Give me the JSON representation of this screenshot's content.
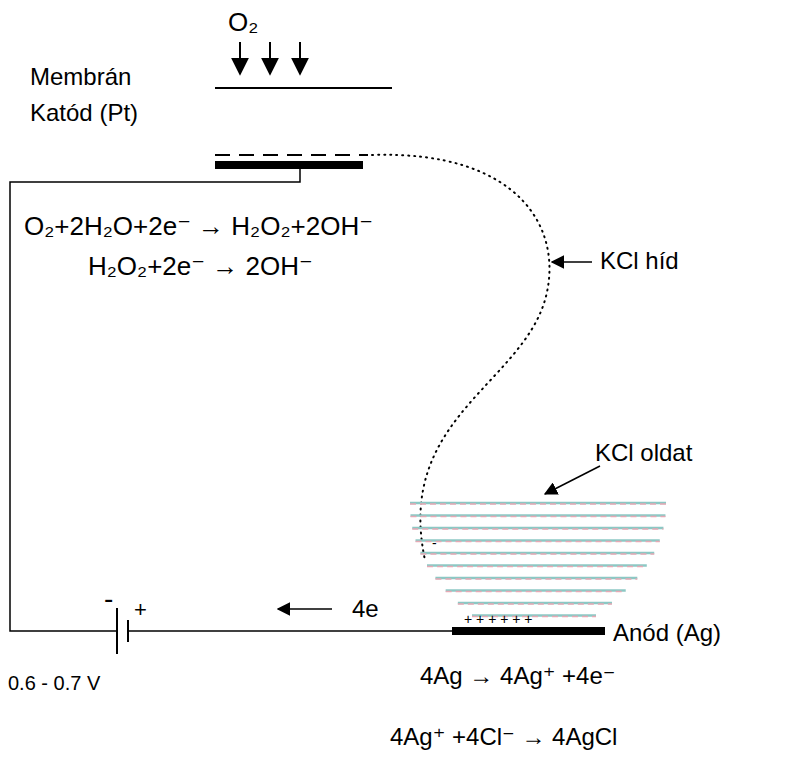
{
  "diagram": {
    "labels": [
      "O₂",
      "Membrán",
      "Katód (Pt)",
      "O₂+2H₂O+2e⁻ → H₂O₂+2OH⁻",
      "H₂O₂+2e⁻ → 2OH⁻",
      "KCl híd",
      "KCl oldat",
      "4e",
      "Anód (Ag)",
      "4Ag → 4Ag⁺ +4e⁻",
      "4Ag⁺ +4Cl⁻ → 4AgCl",
      "0.6 - 0.7 V",
      "-",
      "+",
      "+ + + + + +",
      "-"
    ]
  }
}
